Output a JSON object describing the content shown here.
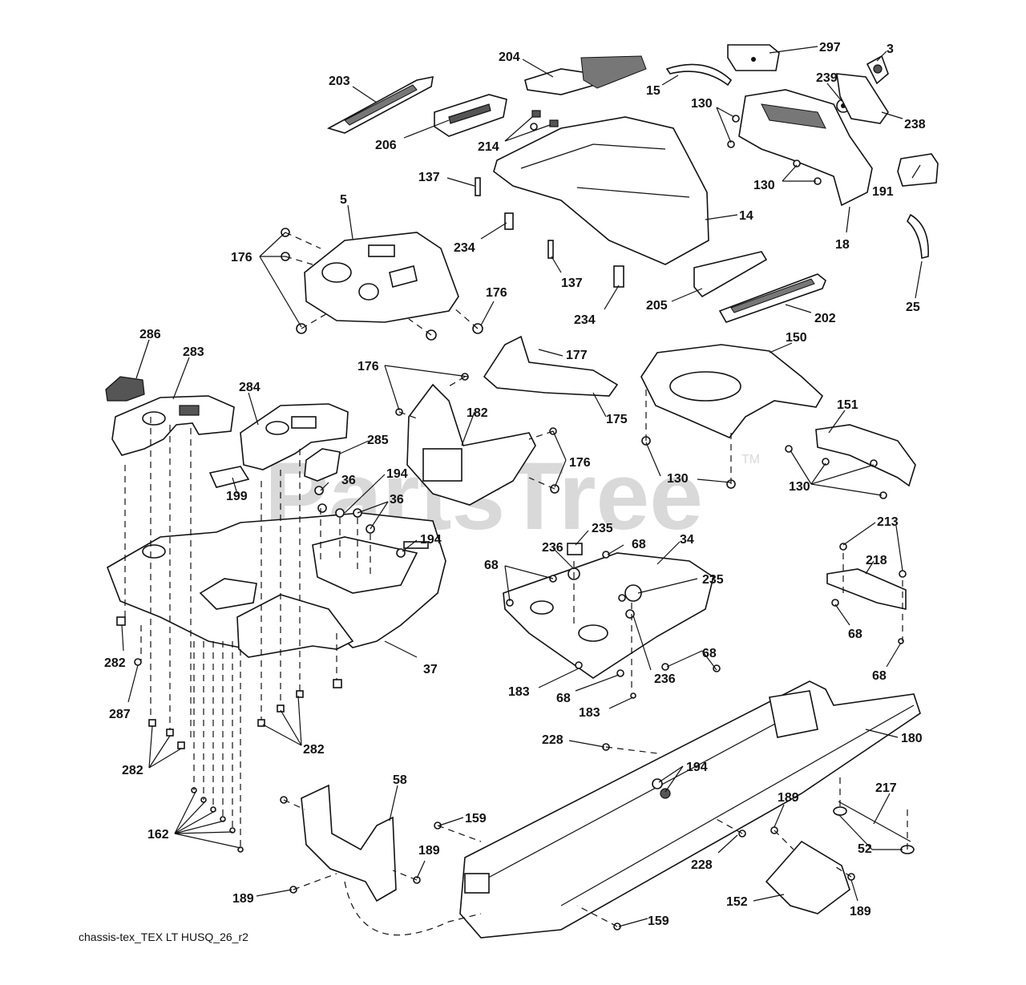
{
  "diagram": {
    "caption": "chassis-tex_TEX LT HUSQ_26_r2",
    "watermark": "PartsTree",
    "watermark_tm": "TM",
    "callouts": [
      {
        "id": "c-203",
        "label": "203"
      },
      {
        "id": "c-204",
        "label": "204"
      },
      {
        "id": "c-297",
        "label": "297"
      },
      {
        "id": "c-3",
        "label": "3"
      },
      {
        "id": "c-15",
        "label": "15"
      },
      {
        "id": "c-239",
        "label": "239"
      },
      {
        "id": "c-130a",
        "label": "130"
      },
      {
        "id": "c-238",
        "label": "238"
      },
      {
        "id": "c-206",
        "label": "206"
      },
      {
        "id": "c-214",
        "label": "214"
      },
      {
        "id": "c-137a",
        "label": "137"
      },
      {
        "id": "c-130b",
        "label": "130"
      },
      {
        "id": "c-5",
        "label": "5"
      },
      {
        "id": "c-14",
        "label": "14"
      },
      {
        "id": "c-191",
        "label": "191"
      },
      {
        "id": "c-176a",
        "label": "176"
      },
      {
        "id": "c-234a",
        "label": "234"
      },
      {
        "id": "c-18",
        "label": "18"
      },
      {
        "id": "c-137b",
        "label": "137"
      },
      {
        "id": "c-25",
        "label": "25"
      },
      {
        "id": "c-176b",
        "label": "176"
      },
      {
        "id": "c-205",
        "label": "205"
      },
      {
        "id": "c-202",
        "label": "202"
      },
      {
        "id": "c-234b",
        "label": "234"
      },
      {
        "id": "c-286",
        "label": "286"
      },
      {
        "id": "c-150",
        "label": "150"
      },
      {
        "id": "c-283",
        "label": "283"
      },
      {
        "id": "c-177",
        "label": "177"
      },
      {
        "id": "c-176c",
        "label": "176"
      },
      {
        "id": "c-284",
        "label": "284"
      },
      {
        "id": "c-151",
        "label": "151"
      },
      {
        "id": "c-175",
        "label": "175"
      },
      {
        "id": "c-182",
        "label": "182"
      },
      {
        "id": "c-285",
        "label": "285"
      },
      {
        "id": "c-176d",
        "label": "176"
      },
      {
        "id": "c-194a",
        "label": "194"
      },
      {
        "id": "c-36a",
        "label": "36"
      },
      {
        "id": "c-130c",
        "label": "130"
      },
      {
        "id": "c-130d",
        "label": "130"
      },
      {
        "id": "c-199",
        "label": "199"
      },
      {
        "id": "c-36b",
        "label": "36"
      },
      {
        "id": "c-213",
        "label": "213"
      },
      {
        "id": "c-235a",
        "label": "235"
      },
      {
        "id": "c-194b",
        "label": "194"
      },
      {
        "id": "c-236a",
        "label": "236"
      },
      {
        "id": "c-68a",
        "label": "68"
      },
      {
        "id": "c-34",
        "label": "34"
      },
      {
        "id": "c-218",
        "label": "218"
      },
      {
        "id": "c-68b",
        "label": "68"
      },
      {
        "id": "c-235b",
        "label": "235"
      },
      {
        "id": "c-68c",
        "label": "68"
      },
      {
        "id": "c-282a",
        "label": "282"
      },
      {
        "id": "c-37",
        "label": "37"
      },
      {
        "id": "c-68d",
        "label": "68"
      },
      {
        "id": "c-236b",
        "label": "236"
      },
      {
        "id": "c-68e",
        "label": "68"
      },
      {
        "id": "c-183a",
        "label": "183"
      },
      {
        "id": "c-68f",
        "label": "68"
      },
      {
        "id": "c-287",
        "label": "287"
      },
      {
        "id": "c-183b",
        "label": "183"
      },
      {
        "id": "c-228a",
        "label": "228"
      },
      {
        "id": "c-180",
        "label": "180"
      },
      {
        "id": "c-282b",
        "label": "282"
      },
      {
        "id": "c-282c",
        "label": "282"
      },
      {
        "id": "c-194c",
        "label": "194"
      },
      {
        "id": "c-58",
        "label": "58"
      },
      {
        "id": "c-217",
        "label": "217"
      },
      {
        "id": "c-189a",
        "label": "189"
      },
      {
        "id": "c-159a",
        "label": "159"
      },
      {
        "id": "c-162",
        "label": "162"
      },
      {
        "id": "c-52",
        "label": "52"
      },
      {
        "id": "c-189b",
        "label": "189"
      },
      {
        "id": "c-228b",
        "label": "228"
      },
      {
        "id": "c-189c",
        "label": "189"
      },
      {
        "id": "c-152",
        "label": "152"
      },
      {
        "id": "c-189d",
        "label": "189"
      },
      {
        "id": "c-159b",
        "label": "159"
      }
    ]
  }
}
